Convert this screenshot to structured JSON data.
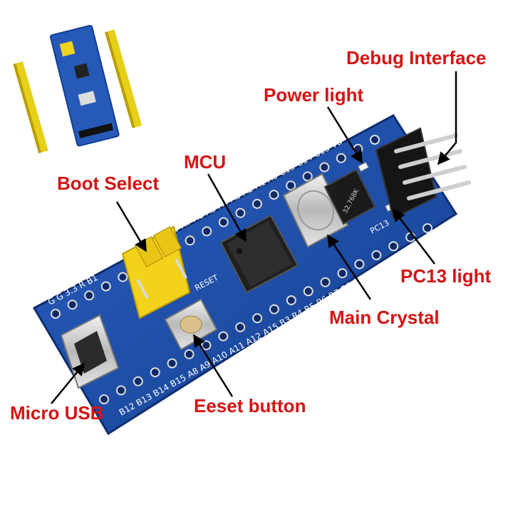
{
  "callouts": {
    "debug_interface": "Debug Interface",
    "power_light": "Power light",
    "mcu": "MCU",
    "boot_select": "Boot Select",
    "pc13_light": "PC13 light",
    "main_crystal": "Main Crystal",
    "micro_usb": "Micro USB",
    "reset_button": "Eeset button"
  },
  "board_silkscreen": {
    "top_row": "A0 A7 A6 A5 A4 A3 A2 A1 A0 C15 C14 C13 VB",
    "bottom_row": "B12 B13 B14 B15 A8 A9 A10 A11 A12 A15 B3 B4 B5 B6 B7 B8 B9 5V G 3.3",
    "left_edge": "G G 3.3 R B1",
    "reset_label": "RESET",
    "pc13_label": "PC13",
    "crystal_marking": "32.768K"
  },
  "colors": {
    "callout_text": "#d41414",
    "pcb_blue": "#1d4ea8",
    "pcb_dark": "#12357a",
    "header_yellow": "#f2d21b",
    "arrow": "#000000"
  }
}
